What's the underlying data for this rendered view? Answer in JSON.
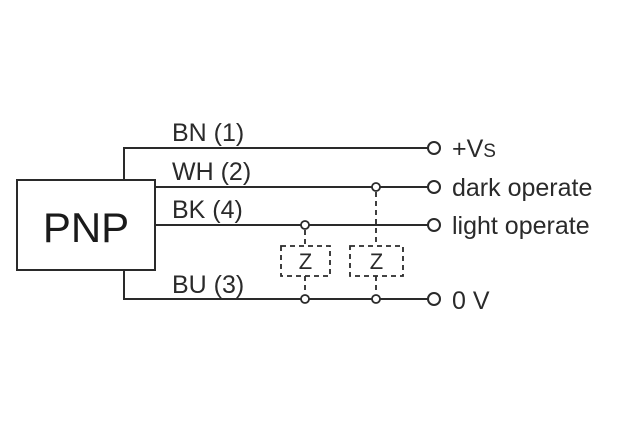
{
  "diagram": {
    "device": {
      "label": "PNP"
    },
    "wires": [
      {
        "id": "bn",
        "label": "BN (1)",
        "terminal": "+V",
        "terminal_sub": "S"
      },
      {
        "id": "wh",
        "label": "WH (2)",
        "terminal": "dark operate"
      },
      {
        "id": "bk",
        "label": "BK (4)",
        "terminal": "light operate"
      },
      {
        "id": "bu",
        "label": "BU (3)",
        "terminal": "0 V"
      }
    ],
    "loads": [
      {
        "label": "Z",
        "between": [
          "BK (4)",
          "BU (3)"
        ]
      },
      {
        "label": "Z",
        "between": [
          "WH (2)",
          "BU (3)"
        ]
      }
    ]
  }
}
